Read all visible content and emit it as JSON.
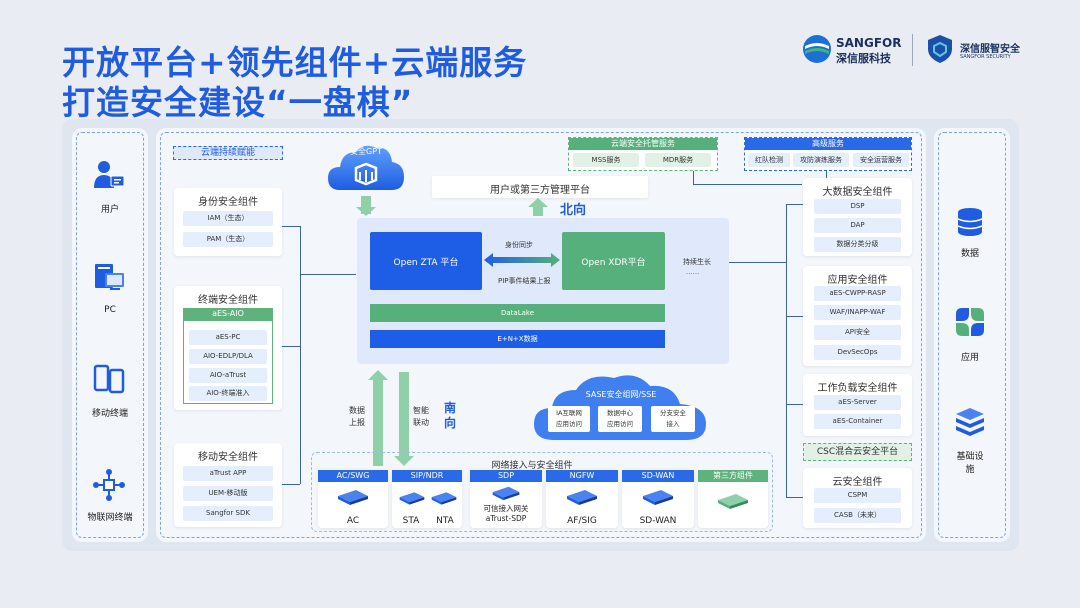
{
  "title": {
    "line1": "开放平台+领先组件+云端服务",
    "line2": "打造安全建设“一盘棋”"
  },
  "logos": {
    "sangfor": {
      "en": "SANGFOR",
      "cn": "深信服科技"
    },
    "security": {
      "cn": "深信服智安全",
      "en": "SANGFOR SECURITY"
    }
  },
  "left": {
    "items": [
      {
        "label": "用户"
      },
      {
        "label": "PC"
      },
      {
        "label": "移动终端"
      },
      {
        "label": "物联网终端"
      }
    ]
  },
  "right": {
    "items": [
      {
        "label": "数据"
      },
      {
        "label": "应用"
      },
      {
        "label": "基础设\n施"
      }
    ]
  },
  "cloud_empower": "云端持续赋能",
  "gpt": "安全GPT",
  "identity": {
    "title": "身份安全组件",
    "items": [
      "IAM（生态）",
      "PAM（生态）"
    ]
  },
  "endpoint": {
    "title": "终端安全组件",
    "header": "aES-AIO",
    "items": [
      "aES-PC",
      "AIO-EDLP/DLA",
      "AIO-aTrust",
      "AIO-终端准入"
    ]
  },
  "mobile": {
    "title": "移动安全组件",
    "items": [
      "aTrust APP",
      "UEM-移动版",
      "Sangfor SDK"
    ]
  },
  "mgmt": "用户或第三方管理平台",
  "north": "北向",
  "south": [
    "南",
    "向"
  ],
  "core": {
    "zta": "Open ZTA 平台",
    "xdr": "Open XDR平台",
    "sync": "身份同步",
    "pip": "PIP事件结果上报",
    "grow": "持续生长",
    "dots": "......",
    "datalake": "DataLake",
    "enx": "E+N+X数据"
  },
  "report": [
    "数据",
    "上报"
  ],
  "linkage": [
    "智能",
    "联动"
  ],
  "sase": {
    "title": "SASE安全组网/SSE",
    "items": [
      "IA互联网\n应用访问",
      "数据中心\n应用访问",
      "分支安全\n接入"
    ]
  },
  "network": {
    "title": "网络接入与安全组件",
    "headers": [
      "AC/SWG",
      "SIP/NDR",
      "SDP",
      "NGFW",
      "SD-WAN",
      "第三方组件"
    ],
    "labels": [
      "AC",
      "STA",
      "NTA",
      "可信接入网关\naTrust-SDP",
      "AF/SIG",
      "SD-WAN"
    ]
  },
  "managed": {
    "title": "云端安全托管服务",
    "items": [
      "MSS服务",
      "MDR服务"
    ]
  },
  "advanced": {
    "title": "高级服务",
    "items": [
      "红队检测",
      "攻防演练服务",
      "安全运营服务"
    ]
  },
  "bigdata": {
    "title": "大数据安全组件",
    "items": [
      "DSP",
      "DAP",
      "数据分类分级"
    ]
  },
  "app": {
    "title": "应用安全组件",
    "items": [
      "aES-CWPP-RASP",
      "WAF/INAPP-WAF",
      "API安全",
      "DevSecOps"
    ]
  },
  "workload": {
    "title": "工作负载安全组件",
    "items": [
      "aES-Server",
      "aES-Container"
    ]
  },
  "csc": "CSC混合云安全平台",
  "cloudsec": {
    "title": "云安全组件",
    "items": [
      "CSPM",
      "CASB（未来）"
    ]
  },
  "colors": {
    "brand_blue": "#1f5ce0",
    "core_blue": "#1e5ee6",
    "xdr_green": "#55b07b",
    "panel": "#f3f6fa"
  }
}
